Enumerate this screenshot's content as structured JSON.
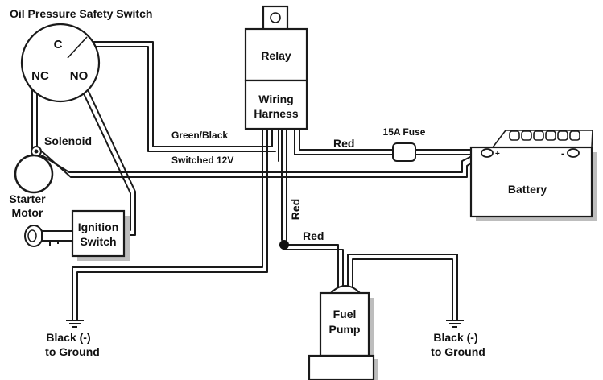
{
  "colors": {
    "ink": "#1a1a1a",
    "paper": "#ffffff",
    "shadow": "#bdbdbd"
  },
  "labels": {
    "oil_switch_title": "Oil Pressure Safety Switch",
    "oil_c": "C",
    "oil_nc": "NC",
    "oil_no": "NO",
    "relay": "Relay",
    "harness_line1": "Wiring",
    "harness_line2": "Harness",
    "green_black": "Green/Black",
    "switched_12v": "Switched 12V",
    "solenoid": "Solenoid",
    "starter_line1": "Starter",
    "starter_line2": "Motor",
    "ignition_line1": "Ignition",
    "ignition_line2": "Switch",
    "red_top": "Red",
    "fuse": "15A Fuse",
    "battery": "Battery",
    "battery_plus": "+",
    "battery_minus": "-",
    "red_vertical": "Red",
    "red_pump": "Red",
    "fuel_line1": "Fuel",
    "fuel_line2": "Pump",
    "ground_left_line1": "Black (-)",
    "ground_left_line2": "to Ground",
    "ground_right_line1": "Black (-)",
    "ground_right_line2": "to Ground"
  }
}
